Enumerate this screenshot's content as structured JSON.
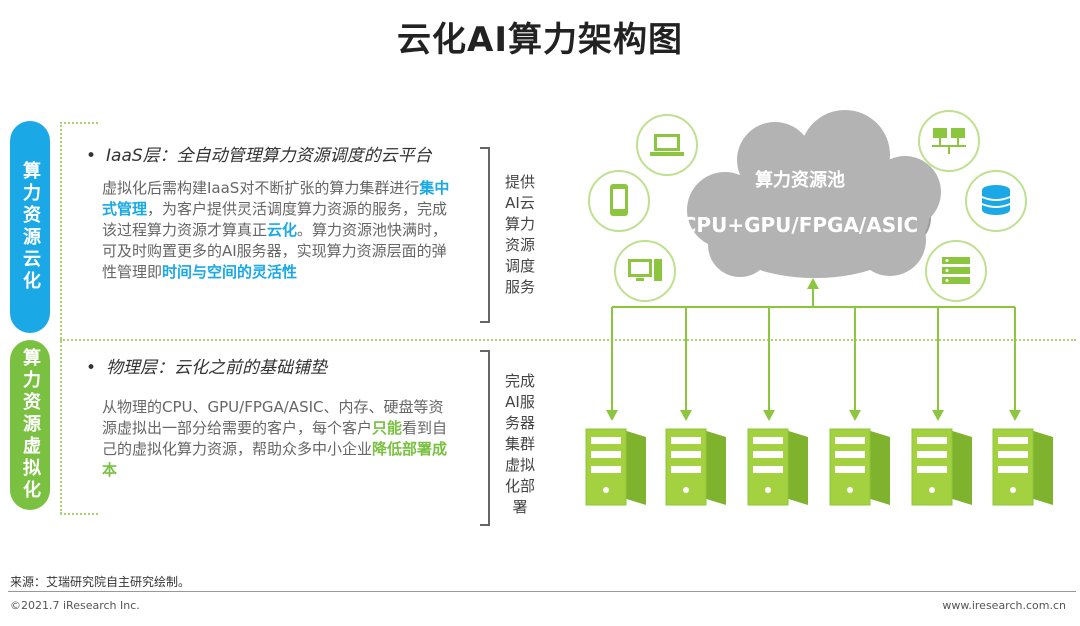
{
  "title": "云化AI算力架构图",
  "left_labels": {
    "cloud": "算力资源云化",
    "virtual": "算力资源虚拟化"
  },
  "iaas": {
    "heading": "IaaS层：全自动管理算力资源调度的云平台",
    "bullet": "•",
    "p1": "虚拟化后需构建IaaS对不断扩张的算力集群进行",
    "h1": "集中式管理",
    "p2": "，为客户提供灵活调度算力资源的服务，完成该过程算力资源才算真正",
    "h2": "云化",
    "p3": "。算力资源池快满时，可及时购置更多的AI服务器，实现算力资源层面的弹性管理即",
    "h3": "时间与空间的灵活性",
    "side": "提供AI云算力资源调度服务"
  },
  "physical": {
    "heading": "物理层：云化之前的基础铺垫",
    "bullet": "•",
    "p1": "从物理的CPU、GPU/FPGA/ASIC、内存、硬盘等资源虚拟出一部分给需要的客户，每个客户",
    "h1": "只能",
    "p2": "看到自己的虚拟化算力资源，帮助众多中小企业",
    "h2": "降低部署成本",
    "side": "完成AI服务器集群虚拟化部署"
  },
  "cloud": {
    "title": "算力资源池",
    "subtitle": "CPU+GPU/FPGA/ASIC"
  },
  "icons": [
    "laptop-icon",
    "mobile-icon",
    "desktop-icon",
    "network-icon",
    "database-icon",
    "server-stack-icon"
  ],
  "colors": {
    "blue": "#1aa9e6",
    "green": "#7ac142",
    "server_green": "#9acd32"
  },
  "footer": {
    "source": "来源：艾瑞研究院自主研究绘制。",
    "copyright": "©2021.7 iResearch Inc.",
    "website": "www.iresearch.com.cn"
  }
}
